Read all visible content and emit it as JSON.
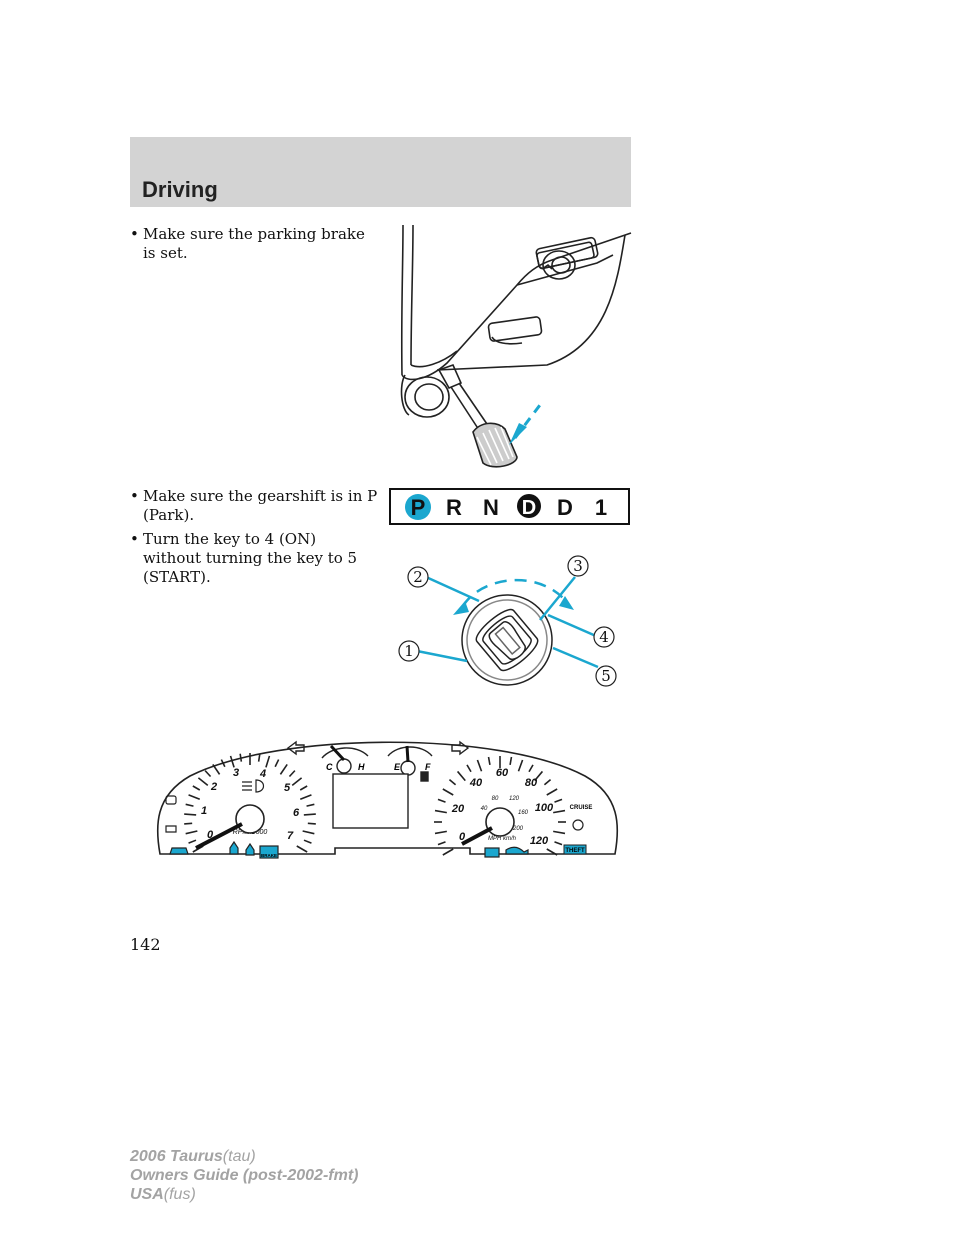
{
  "header": {
    "title": "Driving"
  },
  "bullets": [
    {
      "dot": "•",
      "text": "Make sure the parking brake is set."
    },
    {
      "dot": "•",
      "text": "Make sure the gearshift is in P (Park)."
    },
    {
      "dot": "•",
      "text": "Turn the key to 4 (ON) without turning the key to 5 (START)."
    }
  ],
  "gearshift": {
    "p": "P",
    "r": "R",
    "n": "N",
    "od": "D",
    "d": "D",
    "one": "1",
    "highlight_color": "#1ba7cf"
  },
  "ignition": {
    "labels": [
      "1",
      "2",
      "3",
      "4",
      "5"
    ],
    "callout_color": "#1ba7cf"
  },
  "cluster": {
    "tach_ticks": [
      "0",
      "1",
      "2",
      "3",
      "4",
      "5",
      "6",
      "7"
    ],
    "tach_unit": "RPMx1000",
    "temp_c": "C",
    "temp_h": "H",
    "fuel_e": "E",
    "fuel_f": "F",
    "speed_mph": [
      "0",
      "20",
      "40",
      "60",
      "80",
      "100",
      "120"
    ],
    "speed_kmh": [
      "40",
      "80",
      "120",
      "160",
      "200"
    ],
    "speed_unit": "MPH km/h",
    "cruise": "CRUISE",
    "theft": "THEFT",
    "brake": "BRAKE",
    "accent_color": "#1ba7cf"
  },
  "page_number": "142",
  "footer": {
    "line1_bold": "2006 Taurus",
    "line1_code": "(tau)",
    "line2": "Owners Guide (post-2002-fmt)",
    "line3_bold": "USA",
    "line3_code": "(fus)"
  }
}
